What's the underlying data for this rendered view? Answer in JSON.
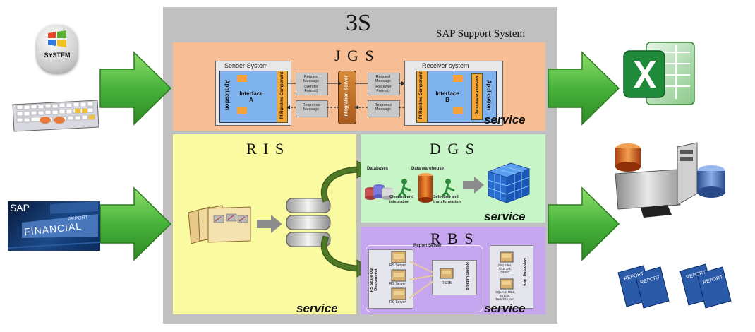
{
  "diagram": {
    "title": "3S",
    "subtitle": "SAP Support System",
    "colors": {
      "outer": "#c0c0c0",
      "jgs": "#f7be95",
      "ris": "#fafaa0",
      "dgs": "#c8f5c8",
      "rbs": "#c6a6ee",
      "arrow": "#46b23a"
    },
    "jgs": {
      "label": "J G S",
      "service": "service",
      "sender_system": "Sender System",
      "receiver_system": "Receiver system",
      "application": "Application",
      "interface_a": "Interface A",
      "interface_b": "Interface B",
      "pi_runtime": "PI Runtime Component",
      "request_message": "Request Message",
      "sender_format": "(Sender Format)",
      "receiver_format": "(Receiver Format)",
      "response_message": "Response Message",
      "integration_server": "Integration Server",
      "receiver_processing": "Receiver Processing"
    },
    "ris": {
      "label": "R I S",
      "service": "service"
    },
    "dgs": {
      "label": "D G S",
      "service": "service",
      "databases": "Databases",
      "data_warehouse": "Data warehouse",
      "cleaning": "Cleaning and integration",
      "selection": "Selection and transformation"
    },
    "rbs": {
      "label": "R B S",
      "service": "service",
      "report_server": "Report Server",
      "rs_scale_out": "RS Scale Out Deployment",
      "rs_server": "RS Server",
      "rsdb": "RSDB",
      "report_catalog": "Report Catalog",
      "reporting_data": "Reporting Data",
      "flat_files": "Flat Files, OLE DB, ODBC",
      "sql_as": "SQL AS, DB2, Oracle, Teradata, etc."
    },
    "left_inputs": {
      "system_label": "SYSTEM",
      "sap_label": "SAP",
      "financial_label": "FINANCIAL",
      "report_label": "REPORT"
    },
    "right_outputs": {
      "report_labels": [
        "REPORT",
        "REPORT",
        "REPORT",
        "REPORT"
      ]
    }
  }
}
